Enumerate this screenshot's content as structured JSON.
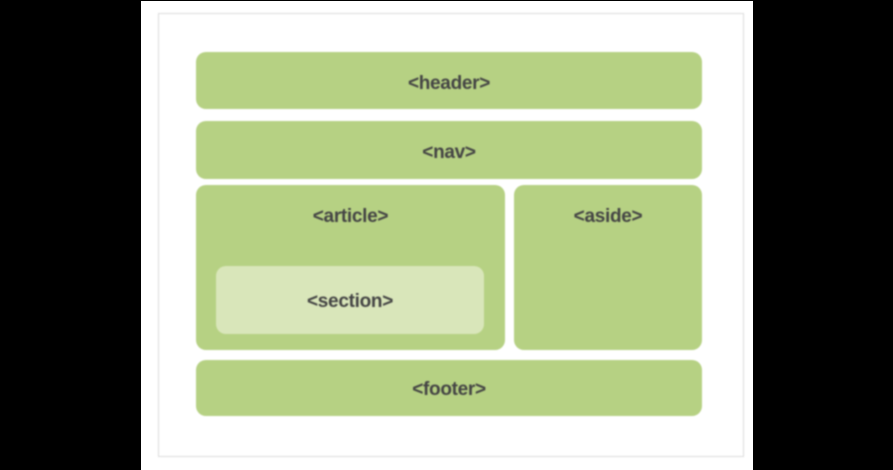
{
  "canvas": {
    "background_color": "#000000",
    "page_background_color": "#ffffff"
  },
  "diagram": {
    "frame_border_color": "#dcdcdc",
    "box_color": "#b6d183",
    "section_box_color": "#d9e6ba",
    "label_color": "#444444",
    "boxes": {
      "header": {
        "label": "<header>"
      },
      "nav": {
        "label": "<nav>"
      },
      "article": {
        "label": "<article>"
      },
      "section": {
        "label": "<section>"
      },
      "aside": {
        "label": "<aside>"
      },
      "footer": {
        "label": "<footer>"
      }
    }
  }
}
